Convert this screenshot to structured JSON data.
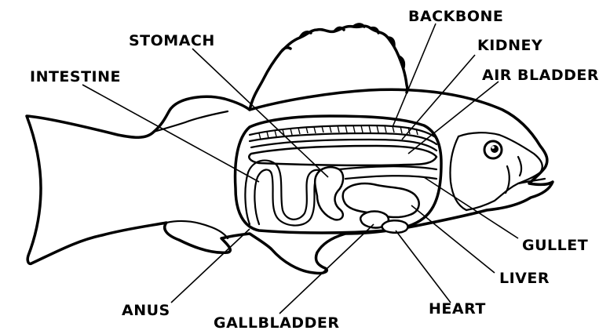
{
  "labels": {
    "backbone": "BACKBONE",
    "stomach": "STOMACH",
    "kidney": "KIDNEY",
    "intestine": "INTESTINE",
    "air_bladder": "AIR BLADDER",
    "gullet": "GULLET",
    "liver": "LIVER",
    "anus": "ANUS",
    "heart": "HEART",
    "gallbladder": "GALLBLADDER"
  }
}
